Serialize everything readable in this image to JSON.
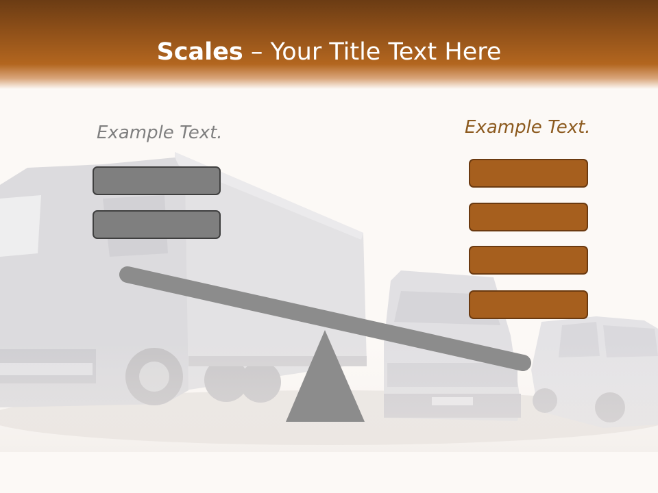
{
  "title": {
    "bold": "Scales",
    "rest": " – Your Title Text Here"
  },
  "left_caption": "Example Text.",
  "right_caption": "Example Text.",
  "colors": {
    "header_dark": "#6b3c14",
    "header_light": "#b3661f",
    "gray_box": "#7f7f7f",
    "brown_box": "#a65f1e",
    "beam": "#8c8c8c",
    "background": "#fcf9f6"
  },
  "background_image": "faded-trucks-and-vans-photo"
}
